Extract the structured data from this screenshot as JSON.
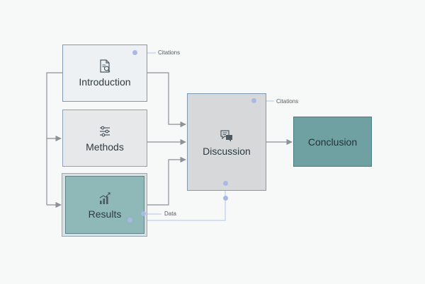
{
  "colors": {
    "connector": "#8c9297",
    "annotation_line": "#b5c6ec",
    "annotation_dot": "#a8b9e6",
    "results_fill": "#8fb8b8",
    "conclusion_fill": "#6fa1a3",
    "discussion_fill": "#d6d8da"
  },
  "nodes": {
    "introduction": {
      "label": "Introduction",
      "icon": "document-search-icon"
    },
    "methods": {
      "label": "Methods",
      "icon": "sliders-icon"
    },
    "results": {
      "label": "Results",
      "icon": "bar-chart-icon"
    },
    "discussion": {
      "label": "Discussion",
      "icon": "chat-bubbles-icon"
    },
    "conclusion": {
      "label": "Conclusion"
    }
  },
  "annotations": {
    "intro_citations": "Citations",
    "discussion_citations": "Citations",
    "results_data": "Data"
  }
}
